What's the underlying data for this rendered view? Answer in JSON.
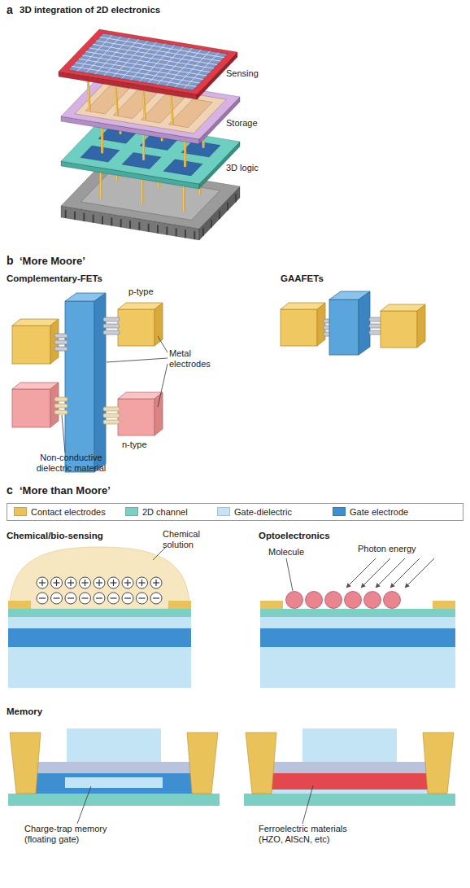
{
  "diagram": {
    "labels": [
      "a",
      "3D integration of 2D electronics",
      "Sensing",
      "Storage",
      "3D logic",
      "b",
      "‘More Moore’",
      "Complementary-FETs",
      "GAAFETs",
      "p-type",
      "Metal electrodes",
      "n-type",
      "Non-conductive dielectric material",
      "c",
      "‘More than Moore’",
      "Chemical/bio-sensing",
      "Chemical solution",
      "Optoelectronics",
      "Molecule",
      "Photon energy",
      "Memory",
      "Charge-trap memory (floating gate)",
      "Ferroelectric materials (HZO, AlScN, etc)"
    ],
    "legend": [
      {
        "text": "Contact electrodes",
        "color": "#e9c25a"
      },
      {
        "text": "2D channel",
        "color": "#7ccfc3"
      },
      {
        "text": "Gate-dielectric",
        "color": "#c3e4f4"
      },
      {
        "text": "Gate electrode",
        "color": "#3d8fd1"
      }
    ]
  }
}
